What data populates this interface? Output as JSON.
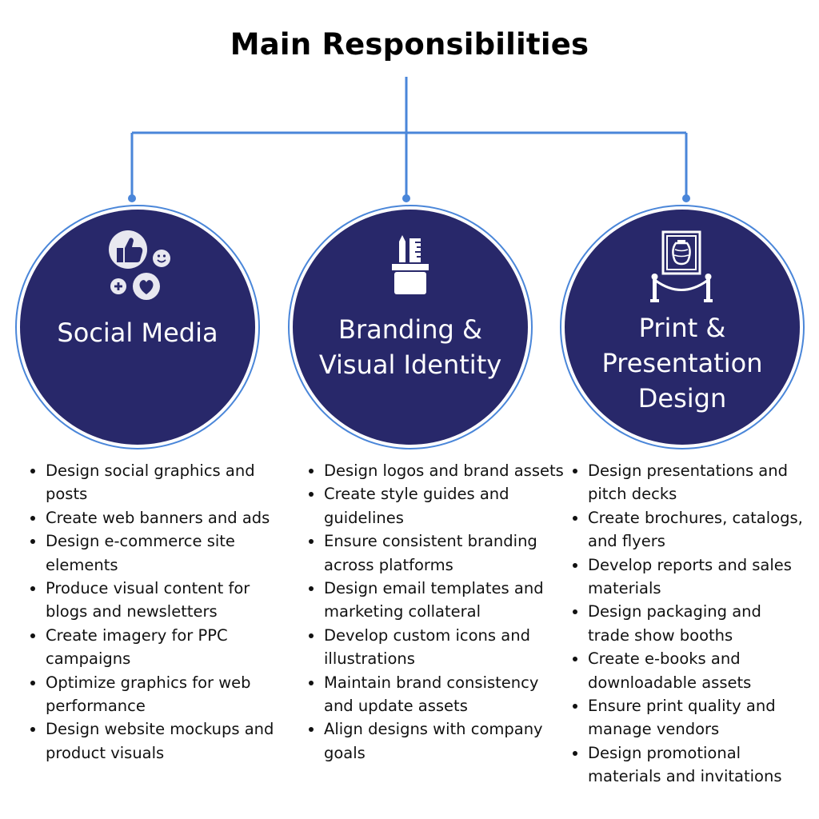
{
  "title": "Main Responsibilities",
  "colors": {
    "circle_fill": "#28286a",
    "connector": "#4a86d9",
    "text": "#111111"
  },
  "categories": [
    {
      "label": "Social Media",
      "icon": "social-reactions-icon",
      "items": [
        "Design social graphics and posts",
        " Create web banners and ads",
        " Design e-commerce site elements",
        " Produce visual content for blogs and newsletters",
        " Create imagery for PPC campaigns",
        " Optimize graphics for web performance",
        " Design website mockups and product visuals"
      ]
    },
    {
      "label": "Branding &\nVisual Identity",
      "icon": "pencil-ruler-cup-icon",
      "items": [
        "Design logos and brand assets",
        " Create style guides and guidelines",
        " Ensure consistent branding across platforms",
        " Design email templates and marketing collateral",
        " Develop custom icons and illustrations",
        " Maintain brand consistency and update assets",
        " Align designs with company goals"
      ]
    },
    {
      "label": "Print &\nPresentation\nDesign",
      "icon": "framed-vase-exhibit-icon",
      "items": [
        "Design presentations and pitch decks",
        " Create brochures, catalogs, and flyers",
        " Develop reports and sales materials",
        " Design packaging and trade show booths",
        " Create e-books and downloadable assets",
        " Ensure print quality and manage vendors",
        " Design promotional materials and invitations"
      ]
    }
  ]
}
